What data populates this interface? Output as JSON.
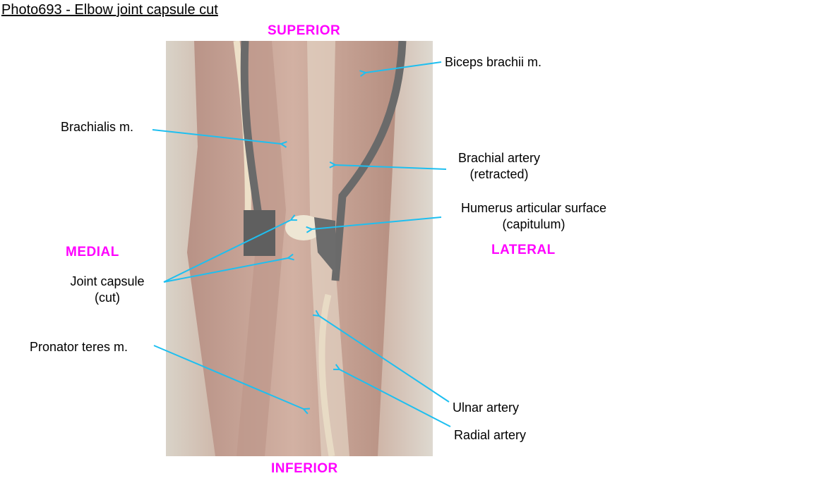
{
  "title": "Photo693 - Elbow joint capsule cut",
  "orientation": {
    "superior": "SUPERIOR",
    "inferior": "INFERIOR",
    "medial": "MEDIAL",
    "lateral": "LATERAL"
  },
  "labels": {
    "biceps": "Biceps brachii m.",
    "brachialis": "Brachialis m.",
    "brachial_artery": [
      "Brachial artery",
      "(retracted)"
    ],
    "humerus": [
      "Humerus articular surface",
      "(capitulum)"
    ],
    "joint_capsule": [
      "Joint capsule",
      "(cut)"
    ],
    "pronator": "Pronator teres m.",
    "ulnar": "Ulnar artery",
    "radial": "Radial artery"
  },
  "colors": {
    "leader": "#1ebff0",
    "direction": "#ff00ff"
  }
}
